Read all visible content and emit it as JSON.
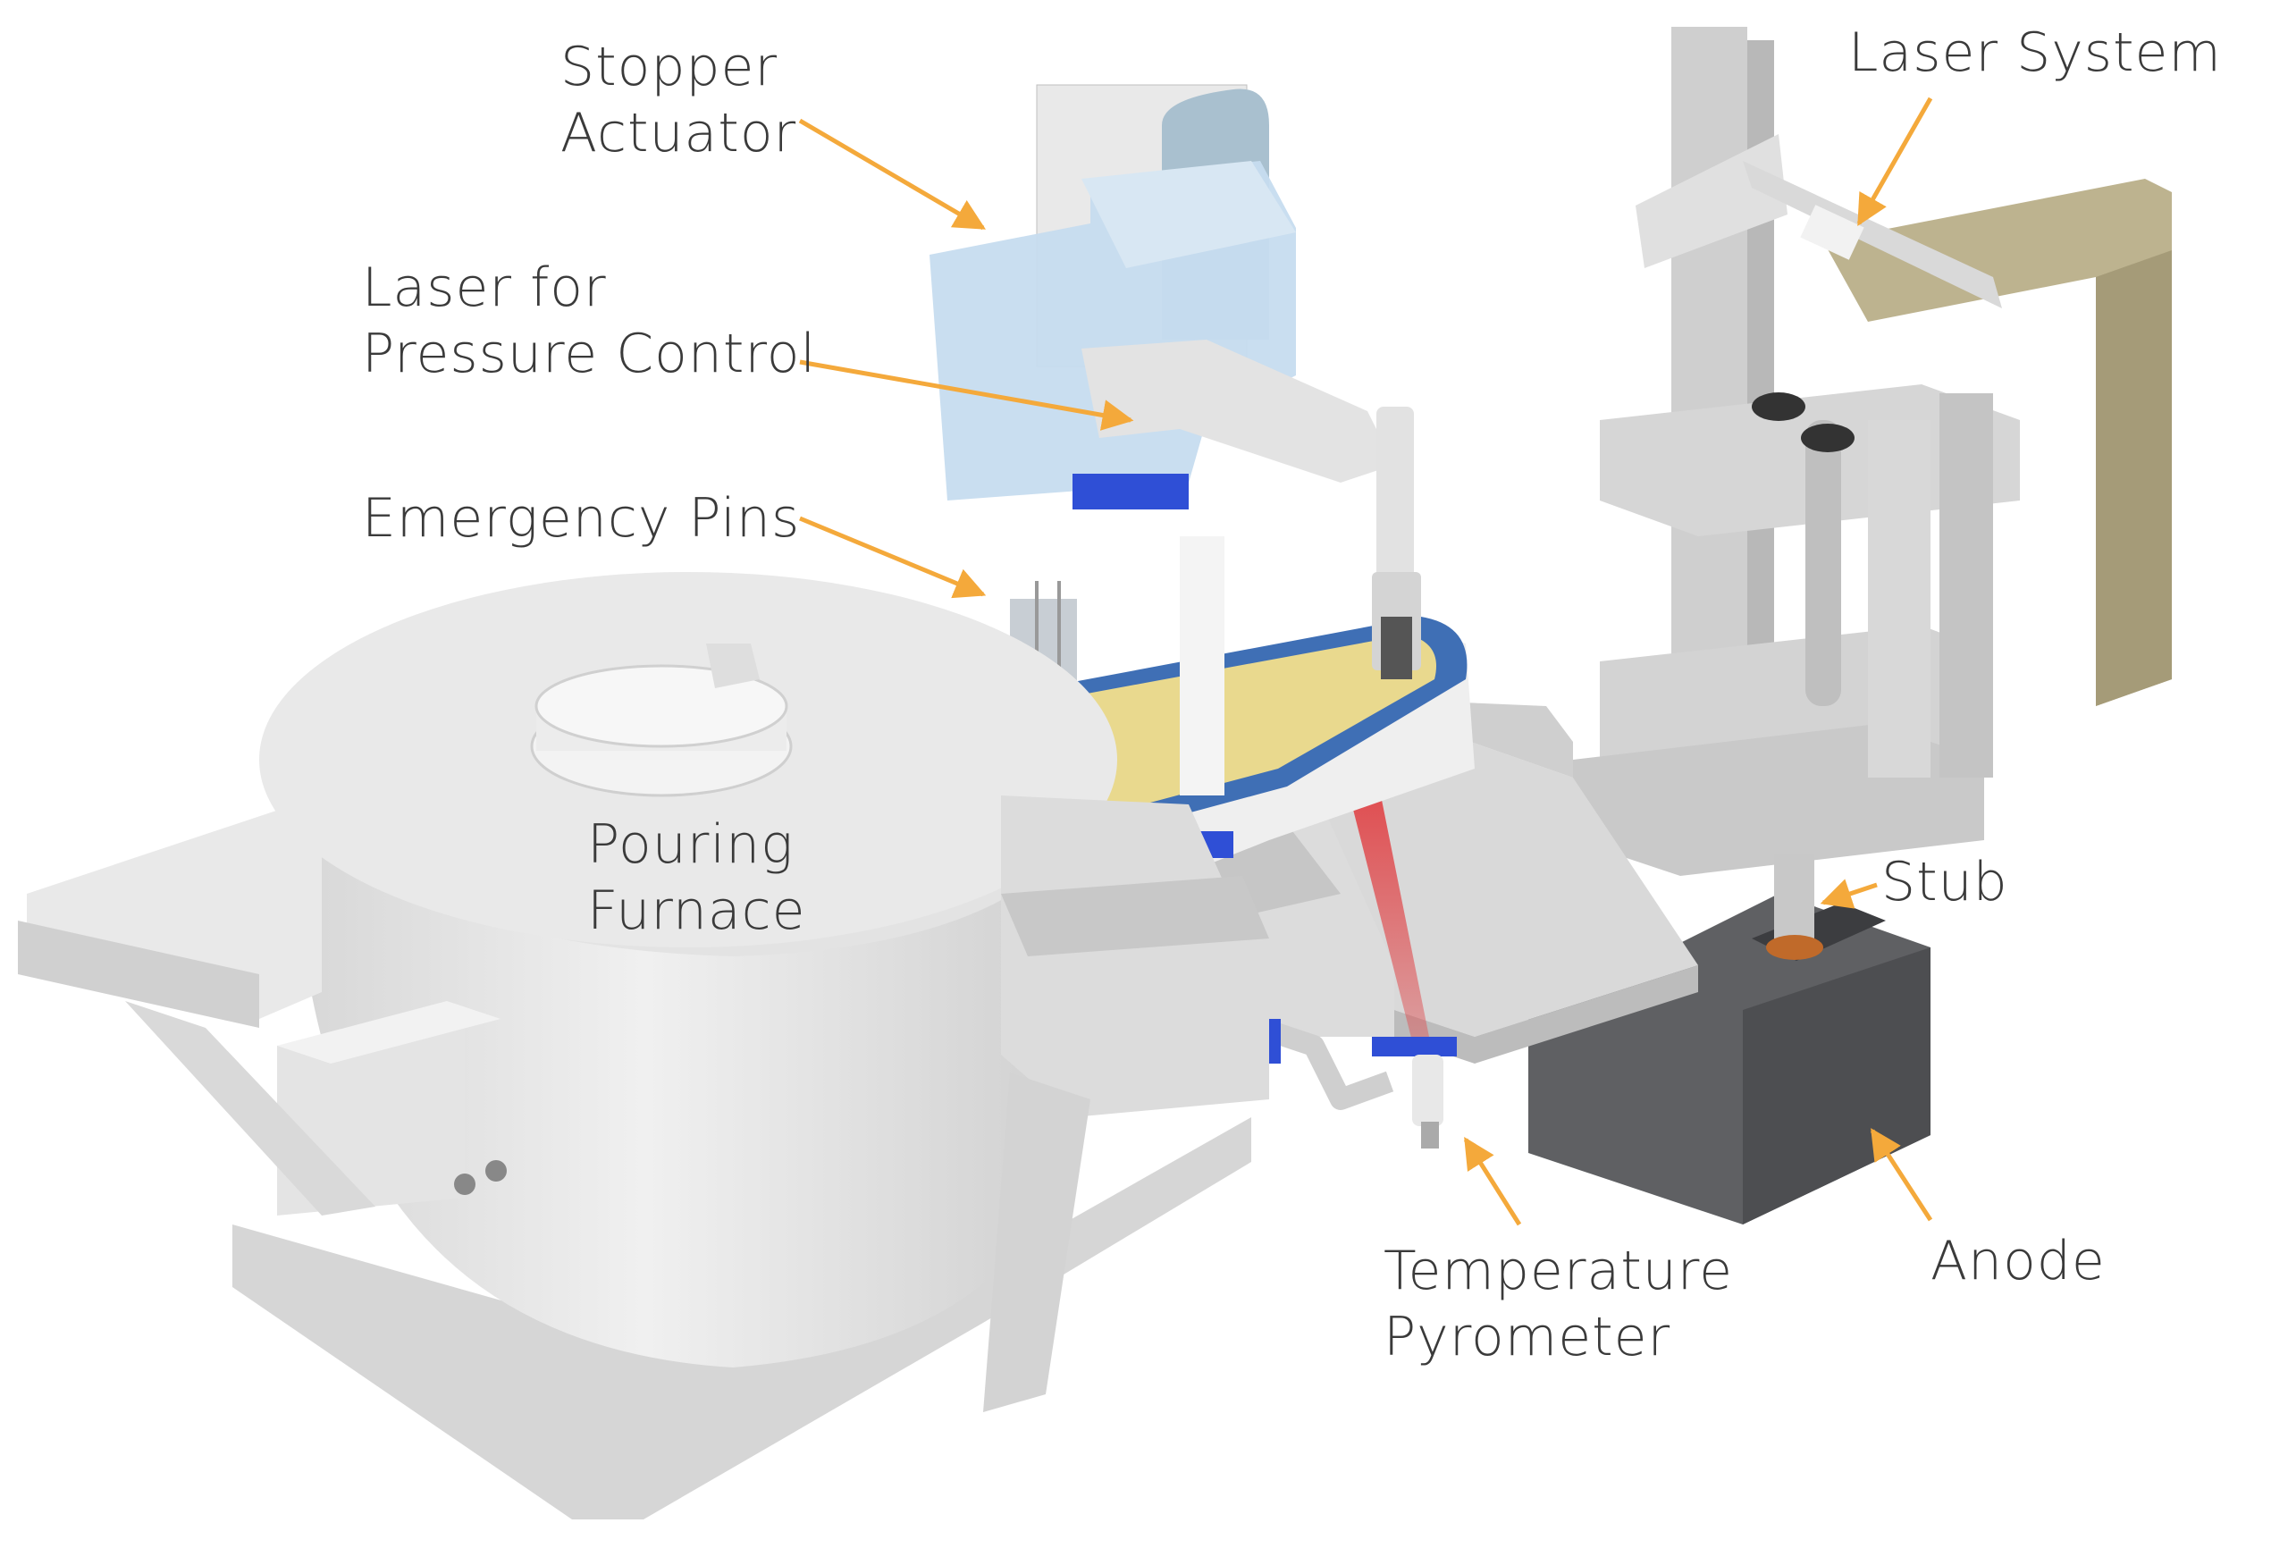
{
  "labels": {
    "stopper_actuator": [
      "Stopper",
      "Actuator"
    ],
    "laser_pressure": [
      "Laser for",
      "Pressure Control"
    ],
    "emergency_pins": [
      "Emergency Pins"
    ],
    "pouring_furnace": [
      "Pouring",
      "Furnace"
    ],
    "laser_system": [
      "Laser System"
    ],
    "stub": [
      "Stub"
    ],
    "anode": [
      "Anode"
    ],
    "temperature_pyrometer": [
      "Temperature",
      "Pyrometer"
    ]
  },
  "colors": {
    "arrow": "#f4a93b",
    "text": "#3a3a3a",
    "metal": "#e6e6e6",
    "metal_dark": "#c9c9c9",
    "panel_blue": "#c6dcef",
    "trough_yellow": "#e9d98e",
    "trough_blue": "#3f6fb5",
    "anode_grey": "#5f6063",
    "frame_tan": "#bdb38f",
    "laser_beam": "#d9474a",
    "accent_blue": "#2f4fd6"
  }
}
